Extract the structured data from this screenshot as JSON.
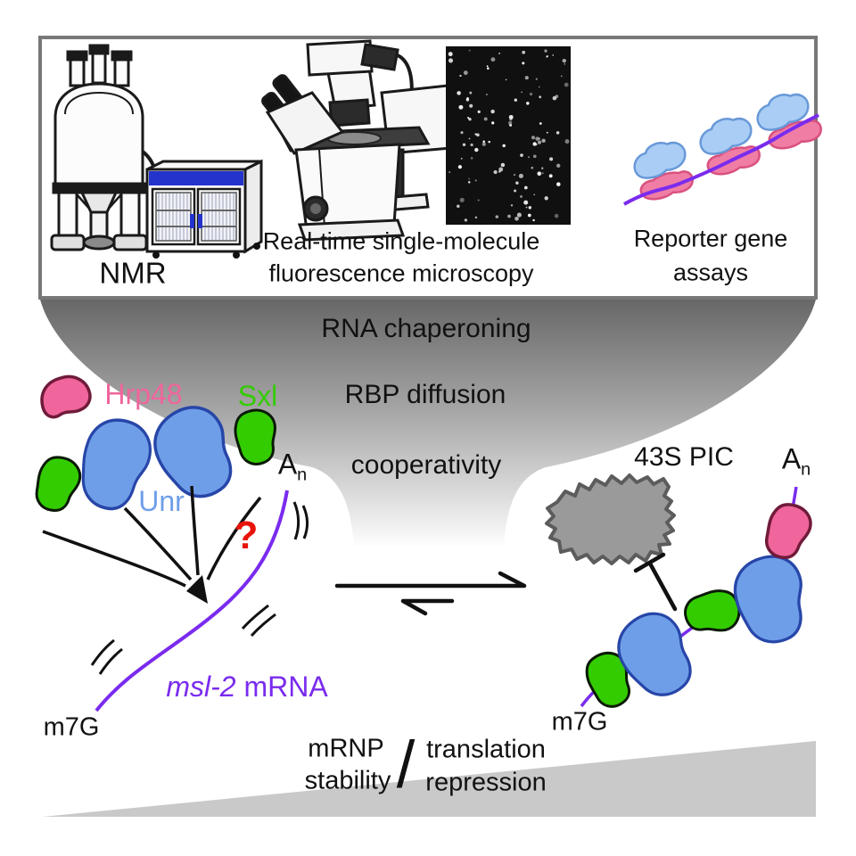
{
  "top_box": {
    "nmr_label": "NMR",
    "microscopy_label_line1": "Real-time single-molecule",
    "microscopy_label_line2": "fluorescence microscopy",
    "reporter_label_line1": "Reporter gene",
    "reporter_label_line2": "assays"
  },
  "funnel_terms": {
    "term1": "RNA chaperoning",
    "term2": "RBP diffusion",
    "term3": "cooperativity"
  },
  "left_mrnp": {
    "hrp48_label": "Hrp48",
    "sxl_label": "Sxl",
    "unr_label": "Unr",
    "question_mark": "?",
    "poly_a_base": "A",
    "poly_a_subscript": "n",
    "mrna_name_italic": "msl-2",
    "mrna_name_rest": " mRNA",
    "cap_label": "m7G"
  },
  "right_mrnp": {
    "pic_label": "43S PIC",
    "poly_a_base": "A",
    "poly_a_subscript": "n",
    "cap_label": "m7G"
  },
  "bottom_axis": {
    "left_term_line1": "mRNP",
    "left_term_line2": "stability",
    "divider": "/",
    "right_term_line1": "translation",
    "right_term_line2": "repression"
  },
  "colors": {
    "unr_blue": "#6f9ee9",
    "unr_blue_outline": "#2746a8",
    "sxl_green": "#33cc00",
    "sxl_green_outline": "#0b1a06",
    "hrp48_pink": "#f0659c",
    "hrp48_pink_outline": "#701b3a",
    "mrna_purple": "#7a2bee",
    "pic_gray": "#9a9a9a",
    "pic_gray_outline": "#5c5c5c",
    "question_red": "#e81309",
    "reporter_blue": "#a9cdf5",
    "reporter_blue_outline": "#6898d8",
    "reporter_pink": "#f07da4",
    "reporter_pink_outline": "#d9517f",
    "wedge_gray": "#c9c9c9",
    "cabinet_blue": "#2433cc",
    "box_border_gray": "#787878"
  }
}
